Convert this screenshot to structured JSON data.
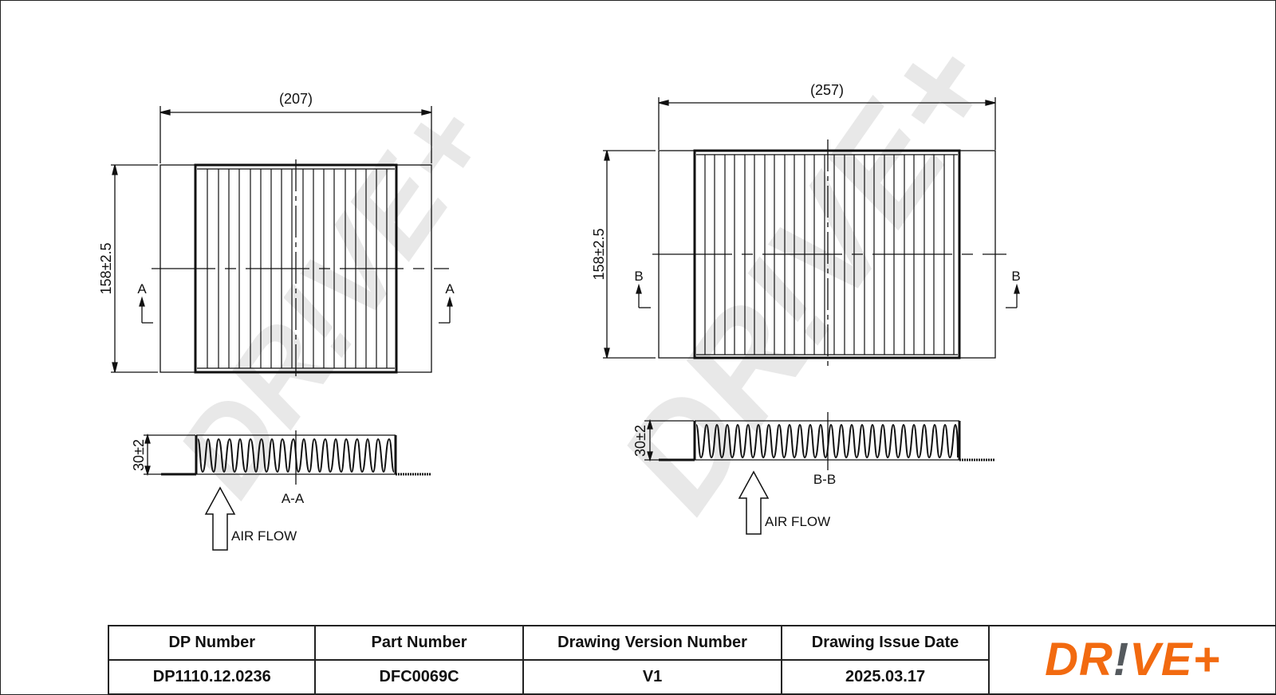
{
  "views": {
    "left_top": {
      "width_dim": "(207)",
      "height_dim": "158±2.5",
      "section_marker": "A"
    },
    "left_section": {
      "depth_dim": "30±2",
      "section_label": "A-A",
      "airflow_label": "AIR FLOW"
    },
    "right_top": {
      "width_dim": "(257)",
      "height_dim": "158±2.5",
      "section_marker": "B"
    },
    "right_section": {
      "depth_dim": "30±2",
      "section_label": "B-B",
      "airflow_label": "AIR FLOW"
    }
  },
  "watermark": {
    "text": "DR!VE+",
    "color": "#e6e6e6"
  },
  "title_block": {
    "headers": [
      "DP Number",
      "Part Number",
      "Drawing Version Number",
      "Drawing Issue Date"
    ],
    "values": [
      "DP1110.12.0236",
      "DFC0069C",
      "V1",
      "2025.03.17"
    ]
  },
  "brand": {
    "logo_part1": "DR",
    "logo_bang": "!",
    "logo_part2": "VE+",
    "primary_color": "#f26a10",
    "accent_color": "#555a5e"
  }
}
